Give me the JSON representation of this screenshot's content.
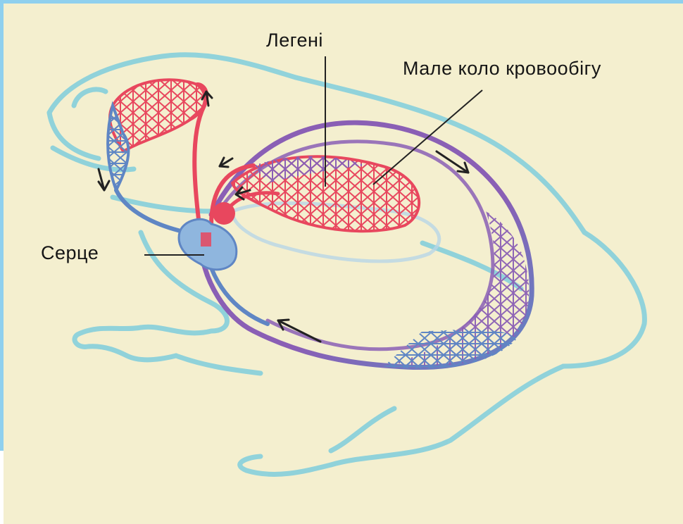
{
  "labels": {
    "lungs": "Легені",
    "pulmonary_circulation": "Мале коло кровообігу",
    "heart": "Серце"
  },
  "colors": {
    "background": "#f4efcf",
    "frame": "#8fd0ee",
    "body_outline": "#86cfdc",
    "oxygenated": "#e8475e",
    "deoxygenated": "#5f86c4",
    "mixed": "#8a5fb5",
    "label_text": "#151515"
  }
}
